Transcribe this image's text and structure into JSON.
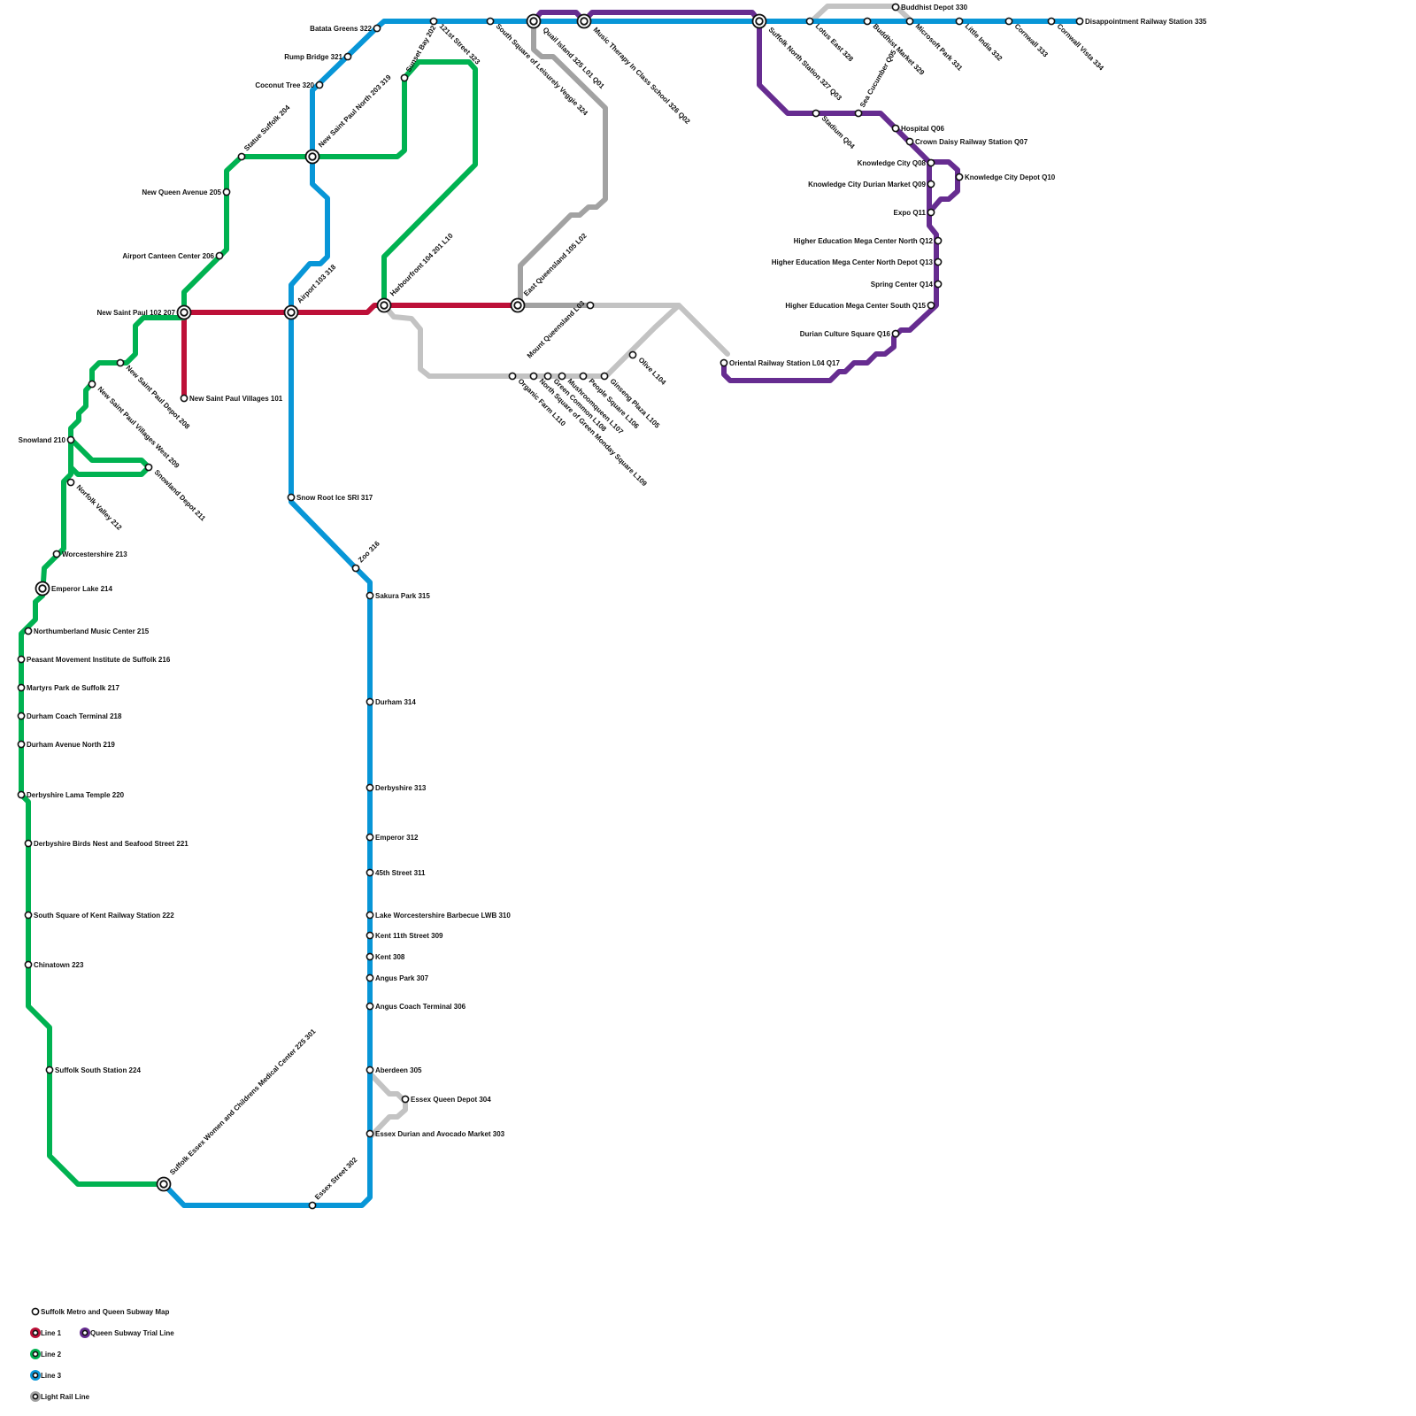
{
  "map_title": "Suffolk Metro and Queen Subway Map",
  "lines": [
    {
      "id": "line1",
      "name": "Line 1",
      "color": "#BD1038"
    },
    {
      "id": "line2",
      "name": "Line 2",
      "color": "#00B251"
    },
    {
      "id": "line3",
      "name": "Line 3",
      "color": "#0896D7"
    },
    {
      "id": "light",
      "name": "Light Rail Line",
      "color": "#A2A2A2"
    },
    {
      "id": "queen",
      "name": "Queen Subway Trial Line",
      "color": "#662C90"
    }
  ],
  "stations": [
    {
      "id": "s101",
      "name": "New Saint Paul Villages 101"
    },
    {
      "id": "s102",
      "name": "New Saint Paul 102 207"
    },
    {
      "id": "s103",
      "name": "Airport 103 318"
    },
    {
      "id": "s104",
      "name": "Harbourfront 104 201 L10"
    },
    {
      "id": "s105",
      "name": "East Queensland 105 L02"
    },
    {
      "id": "s202",
      "name": "Sunset Bay 202"
    },
    {
      "id": "s203",
      "name": "New Saint Paul North 203 319"
    },
    {
      "id": "s204",
      "name": "Statue Suffolk 204"
    },
    {
      "id": "s205",
      "name": "New Queen Avenue 205"
    },
    {
      "id": "s206",
      "name": "Airport Canteen Center 206"
    },
    {
      "id": "s208",
      "name": "New Saint Paul Depot 208"
    },
    {
      "id": "s209",
      "name": "New Saint Paul Villages West 209"
    },
    {
      "id": "s210",
      "name": "Snowland 210"
    },
    {
      "id": "s211",
      "name": "Snowland Depot 211"
    },
    {
      "id": "s212",
      "name": "Norfolk Valley 212"
    },
    {
      "id": "s213",
      "name": "Worcestershire 213"
    },
    {
      "id": "s214",
      "name": "Emperor Lake 214"
    },
    {
      "id": "s215",
      "name": "Northumberland Music Center 215"
    },
    {
      "id": "s216",
      "name": "Peasant Movement Institute de Suffolk 216"
    },
    {
      "id": "s217",
      "name": "Martyrs Park de Suffolk 217"
    },
    {
      "id": "s218",
      "name": "Durham Coach Terminal 218"
    },
    {
      "id": "s219",
      "name": "Durham Avenue North 219"
    },
    {
      "id": "s220",
      "name": "Derbyshire Lama Temple 220"
    },
    {
      "id": "s221",
      "name": "Derbyshire Birds Nest and Seafood Street 221"
    },
    {
      "id": "s222",
      "name": "South Square of Kent Railway Station 222"
    },
    {
      "id": "s223",
      "name": "Chinatown 223"
    },
    {
      "id": "s224",
      "name": "Suffolk South Station 224"
    },
    {
      "id": "s225",
      "name": "Suffolk Essex Women and Childrens Medical Center 225 301"
    },
    {
      "id": "s302",
      "name": "Essex Street 302"
    },
    {
      "id": "s303",
      "name": "Essex Durian and Avocado Market 303"
    },
    {
      "id": "s304",
      "name": "Essex Queen Depot 304"
    },
    {
      "id": "s305",
      "name": "Aberdeen 305"
    },
    {
      "id": "s306",
      "name": "Angus Coach Terminal 306"
    },
    {
      "id": "s307",
      "name": "Angus Park 307"
    },
    {
      "id": "s308",
      "name": "Kent 308"
    },
    {
      "id": "s309",
      "name": "Kent 11th Street 309"
    },
    {
      "id": "s310",
      "name": "Lake Worcestershire Barbecue LWB 310"
    },
    {
      "id": "s311",
      "name": "45th Street 311"
    },
    {
      "id": "s312",
      "name": "Emperor 312"
    },
    {
      "id": "s313",
      "name": "Derbyshire 313"
    },
    {
      "id": "s314",
      "name": "Durham 314"
    },
    {
      "id": "s315",
      "name": "Sakura Park 315"
    },
    {
      "id": "s316",
      "name": "Zoo 316"
    },
    {
      "id": "s317",
      "name": "Snow Root Ice SRI 317"
    },
    {
      "id": "s320",
      "name": "Coconut Tree 320"
    },
    {
      "id": "s321",
      "name": "Rump Bridge 321"
    },
    {
      "id": "s322",
      "name": "Batata Greens 322"
    },
    {
      "id": "s323",
      "name": "121st Street 323"
    },
    {
      "id": "s324",
      "name": "South Square of Leisurely Veggie 324"
    },
    {
      "id": "s325",
      "name": "Quail Island 325 L01 Q01"
    },
    {
      "id": "s326",
      "name": "Music Therapy In Class School 326 Q02"
    },
    {
      "id": "s327",
      "name": "Suffolk North Station 327 Q03"
    },
    {
      "id": "s328",
      "name": "Lotus East 328"
    },
    {
      "id": "s329",
      "name": "Buddhist Market 329"
    },
    {
      "id": "s330",
      "name": "Buddhist Depot 330"
    },
    {
      "id": "s331",
      "name": "Microsoft Park 331"
    },
    {
      "id": "s332",
      "name": "Little India 332"
    },
    {
      "id": "s333",
      "name": "Cornwall 333"
    },
    {
      "id": "s334",
      "name": "Cornwall Vista 334"
    },
    {
      "id": "s335",
      "name": "Disappointment Railway Station 335"
    },
    {
      "id": "sL03",
      "name": "Mount Queensland L03"
    },
    {
      "id": "sL04",
      "name": "Olive L104"
    },
    {
      "id": "sL05",
      "name": "Ginseng Plaza L105"
    },
    {
      "id": "sL06",
      "name": "People Square L106"
    },
    {
      "id": "sL07",
      "name": "Mushroomqueen L107"
    },
    {
      "id": "sL08",
      "name": "Green Common L108"
    },
    {
      "id": "sL09",
      "name": "North Square of Green Monday Square L109"
    },
    {
      "id": "sL10",
      "name": "Organic Farm L110"
    },
    {
      "id": "sQ17",
      "name": "Oriental Railway Station L04 Q17"
    },
    {
      "id": "sQ04",
      "name": "Stadium Q04"
    },
    {
      "id": "sQ05",
      "name": "Sea Cucumber Q05"
    },
    {
      "id": "sQ06",
      "name": "Hospital Q06"
    },
    {
      "id": "sQ07",
      "name": "Crown Daisy Railway Station Q07"
    },
    {
      "id": "sQ08",
      "name": "Knowledge City Q08"
    },
    {
      "id": "sQ09",
      "name": "Knowledge City Durian Market Q09"
    },
    {
      "id": "sQ10",
      "name": "Knowledge City Depot Q10"
    },
    {
      "id": "sQ11",
      "name": "Expo Q11"
    },
    {
      "id": "sQ12",
      "name": "Higher Education Mega Center North Q12"
    },
    {
      "id": "sQ13",
      "name": "Higher Education Mega Center North Depot Q13"
    },
    {
      "id": "sQ14",
      "name": "Spring Center Q14"
    },
    {
      "id": "sQ15",
      "name": "Higher Education Mega Center South Q15"
    },
    {
      "id": "sQ16",
      "name": "Durian Culture Square Q16"
    }
  ]
}
